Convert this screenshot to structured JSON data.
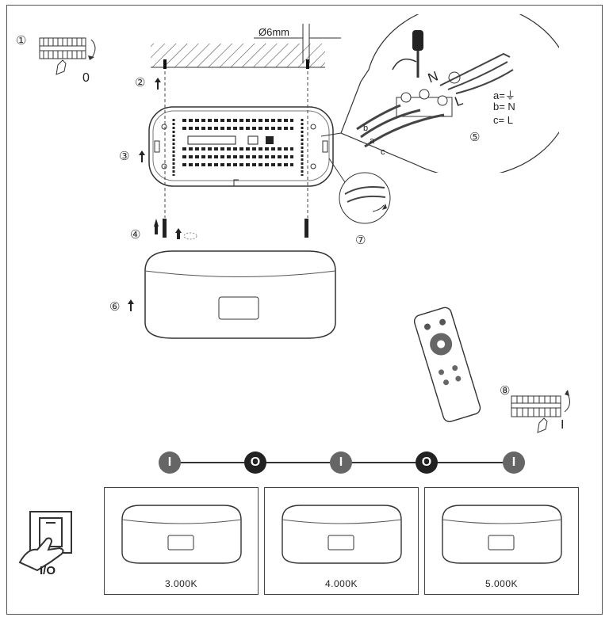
{
  "steps": {
    "s1": "①",
    "s2": "②",
    "s3": "③",
    "s4": "④",
    "s5": "⑤",
    "s6": "⑥",
    "s7": "⑦",
    "s8": "⑧"
  },
  "breaker_off_label": "0",
  "breaker_on_label": "I",
  "drill_label": "Ø6mm",
  "wire_legend": {
    "a": "a=⏚",
    "b": "b= N",
    "c": "c= L"
  },
  "wire_letters": {
    "a": "a",
    "b": "b",
    "c": "c"
  },
  "terminal_letters": {
    "n": "N",
    "l": "L"
  },
  "switch_label": "I/O",
  "sequence": [
    {
      "symbol": "I",
      "color": "#666666"
    },
    {
      "symbol": "O",
      "color": "#222222"
    },
    {
      "symbol": "I",
      "color": "#666666"
    },
    {
      "symbol": "O",
      "color": "#222222"
    },
    {
      "symbol": "I",
      "color": "#666666"
    }
  ],
  "color_temps": [
    "3.000K",
    "4.000K",
    "5.000K"
  ]
}
